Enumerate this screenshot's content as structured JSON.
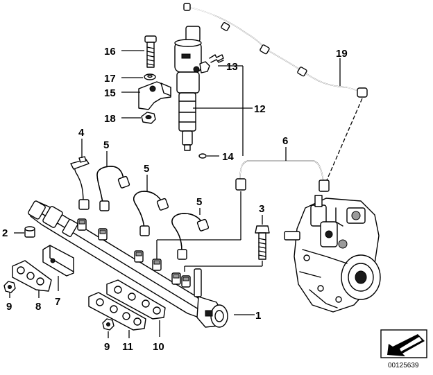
{
  "diagram": {
    "callouts": [
      {
        "id": "c1",
        "text": "1"
      },
      {
        "id": "c2",
        "text": "2"
      },
      {
        "id": "c3",
        "text": "3"
      },
      {
        "id": "c4",
        "text": "4"
      },
      {
        "id": "c5a",
        "text": "5"
      },
      {
        "id": "c5b",
        "text": "5"
      },
      {
        "id": "c5c",
        "text": "5"
      },
      {
        "id": "c6",
        "text": "6"
      },
      {
        "id": "c7",
        "text": "7"
      },
      {
        "id": "c8",
        "text": "8"
      },
      {
        "id": "c9a",
        "text": "9"
      },
      {
        "id": "c9b",
        "text": "9"
      },
      {
        "id": "c10",
        "text": "10"
      },
      {
        "id": "c11",
        "text": "11"
      },
      {
        "id": "c12",
        "text": "12"
      },
      {
        "id": "c13",
        "text": "13"
      },
      {
        "id": "c14",
        "text": "14"
      },
      {
        "id": "c15",
        "text": "15"
      },
      {
        "id": "c16",
        "text": "16"
      },
      {
        "id": "c17",
        "text": "17"
      },
      {
        "id": "c18",
        "text": "18"
      },
      {
        "id": "c19",
        "text": "19"
      }
    ],
    "document_number": "00125639",
    "icons": [
      "direction-arrow-icon"
    ]
  }
}
